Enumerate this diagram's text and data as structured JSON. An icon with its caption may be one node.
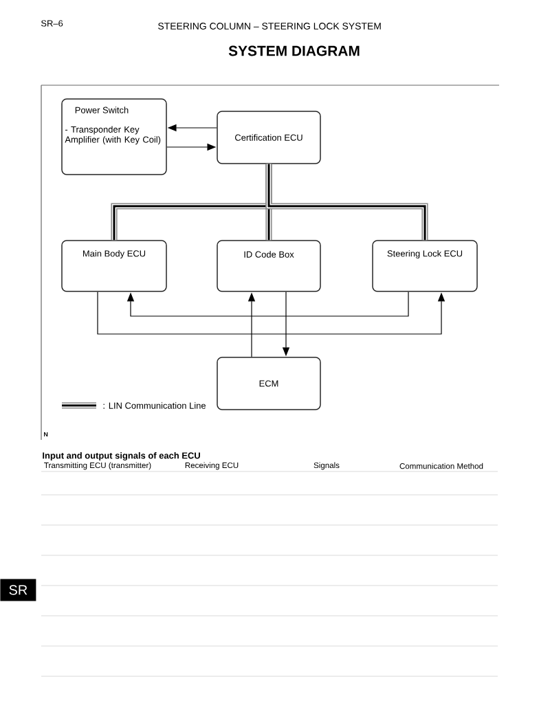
{
  "diagram": {
    "title": "SYSTEM DIAGRAM",
    "nodes": [
      {
        "text": [
          "Power Switch",
          "- Transponder Key Amplifier (with Key Coil)"
        ]
      },
      {
        "text": [
          "Certification ECU"
        ]
      },
      {
        "text": [
          "Main Body ECU"
        ]
      },
      {
        "text": [
          "ID Code Box"
        ]
      },
      {
        "text": [
          "Steering Lock ECU"
        ]
      },
      {
        "text": [
          "ECM"
        ]
      }
    ],
    "edges": [
      {
        "from": 1,
        "to": 0,
        "arrow": "to"
      },
      {
        "from": 0,
        "to": 1,
        "arrow": "to"
      },
      {
        "from": 1,
        "to": 2,
        "arrow": "none",
        "style": "thick",
        "color": "#8c8c8c"
      },
      {
        "from": 1,
        "to": 3,
        "arrow": "none",
        "style": "thick",
        "color": "#8c8c8c"
      },
      {
        "from": 1,
        "to": 4,
        "arrow": "none",
        "style": "thick",
        "color": "#8c8c8c"
      },
      {
        "from": 2,
        "to": 4,
        "arrow": "to"
      },
      {
        "from": 4,
        "to": 2,
        "arrow": "to"
      },
      {
        "from": 5,
        "to": 3,
        "arrow": "to"
      },
      {
        "from": 3,
        "to": 5,
        "arrow": "to"
      }
    ],
    "labels": [
      "SR–6",
      "STEERING COLUMN – STEERING LOCK SYSTEM",
      "N",
      "Input and output signals of each ECU",
      "Transmitting ECU (transmitter)",
      "Receiving ECU",
      "Signals",
      "Communication Method",
      "SR"
    ],
    "legend": [
      {
        "text": ": LIN Communication Line"
      }
    ]
  }
}
